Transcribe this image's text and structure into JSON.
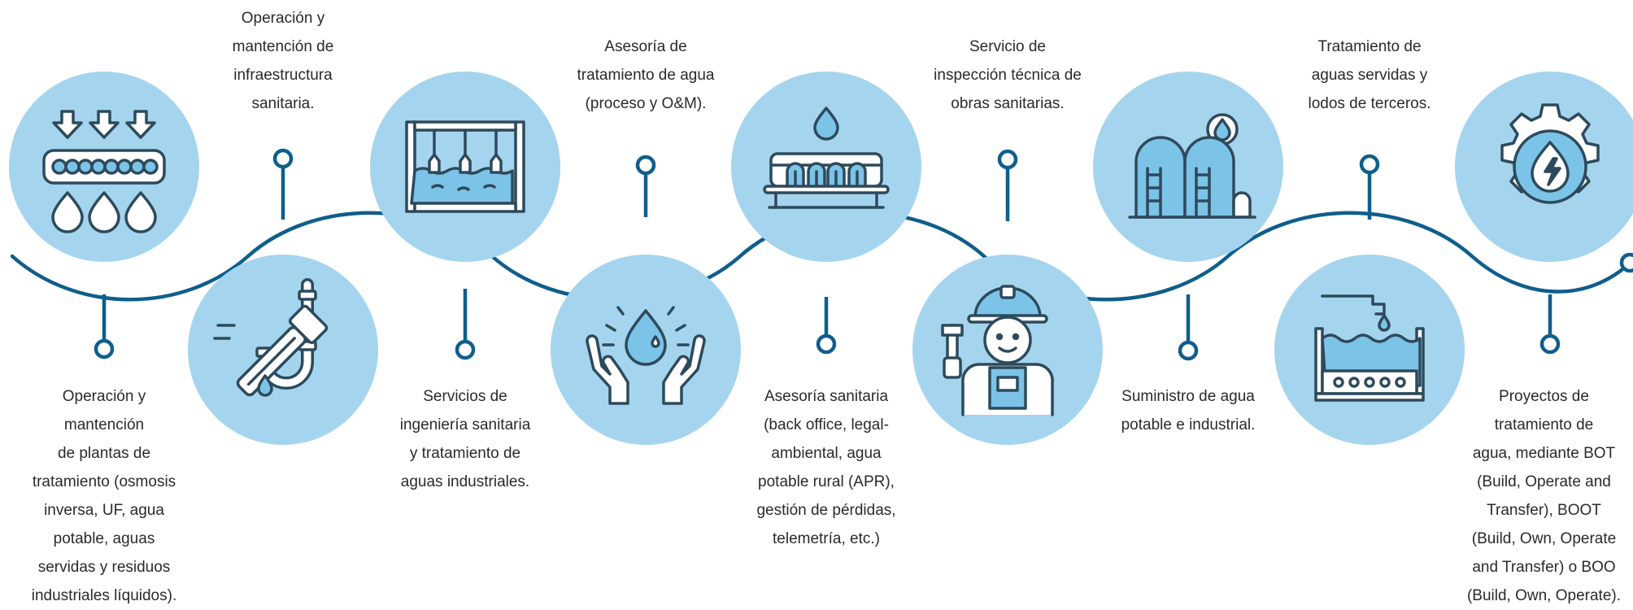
{
  "colors": {
    "wave": "#0f5e8c",
    "circle": "#a5d5ee",
    "icon_stroke": "#2d4a5c",
    "icon_fill": "#ffffff",
    "icon_accent": "#7cc3e8",
    "text": "#2a2a2a"
  },
  "services": [
    {
      "icon": "water-filtration-membrane-icon",
      "label": "Operación y\nmantención\nde plantas de\ntratamiento (osmosis\ninversa, UF, agua\npotable, aguas\nservidas y residuos\nindustriales líquidos)."
    },
    {
      "icon": "pipe-wrench-icon",
      "label": "Operación y\nmantención de\ninfraestructura\nsanitaria."
    },
    {
      "icon": "water-treatment-tank-icon",
      "label": "Servicios de\ningeniería sanitaria\ny tratamiento de\naguas industriales."
    },
    {
      "icon": "hands-water-drop-icon",
      "label": "Asesoría de\ntratamiento de agua\n(proceso y O&M)."
    },
    {
      "icon": "aeration-tank-icon",
      "label": "Asesoría sanitaria\n(back office, legal-\nambiental, agua\npotable rural (APR),\ngestión de pérdidas,\ntelemetría, etc.)"
    },
    {
      "icon": "plumber-worker-icon",
      "label": "Servicio de\ninspección técnica de\nobras sanitarias."
    },
    {
      "icon": "water-storage-tanks-icon",
      "label": "Suministro de agua\npotable e industrial."
    },
    {
      "icon": "sludge-basin-icon",
      "label": "Tratamiento de\naguas servidas y\nlodos de terceros."
    },
    {
      "icon": "gear-energy-drop-icon",
      "label": "Proyectos de\ntratamiento de\nagua, mediante BOT\n(Build, Operate and\nTransfer), BOOT\n(Build, Own, Operate\nand Transfer) o BOO\n(Build, Own, Operate)."
    }
  ]
}
